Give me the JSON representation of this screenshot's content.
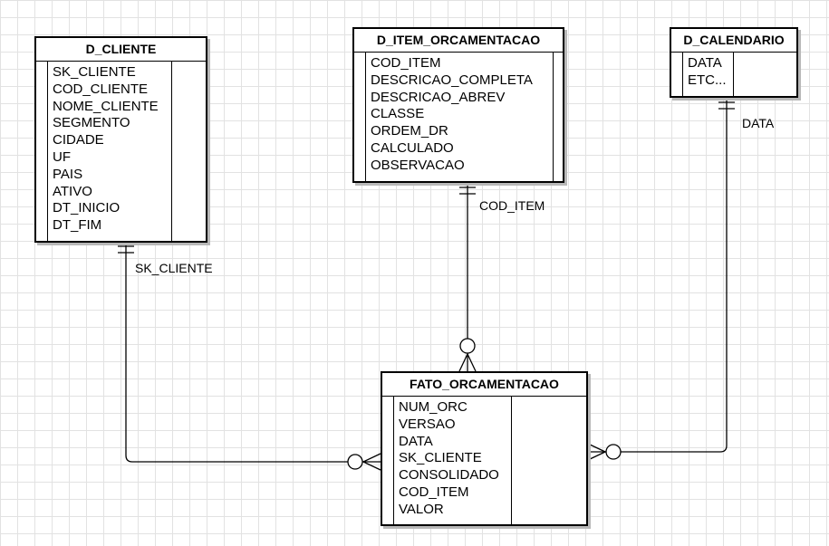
{
  "entities": {
    "d_cliente": {
      "title": "D_CLIENTE",
      "fields": [
        "SK_CLIENTE",
        "COD_CLIENTE",
        "NOME_CLIENTE",
        "SEGMENTO",
        "CIDADE",
        "UF",
        "PAIS",
        "ATIVO",
        "DT_INICIO",
        "DT_FIM"
      ]
    },
    "d_item_orcamentacao": {
      "title": "D_ITEM_ORCAMENTACAO",
      "fields": [
        "COD_ITEM",
        "DESCRICAO_COMPLETA",
        "DESCRICAO_ABREV",
        "CLASSE",
        "ORDEM_DR",
        "CALCULADO",
        "OBSERVACAO"
      ]
    },
    "d_calendario": {
      "title": "D_CALENDARIO",
      "fields": [
        "DATA",
        "ETC..."
      ]
    },
    "fato_orcamentacao": {
      "title": "FATO_ORCAMENTACAO",
      "fields": [
        "NUM_ORC",
        "VERSAO",
        "DATA",
        "SK_CLIENTE",
        "CONSOLIDADO",
        "COD_ITEM",
        "VALOR"
      ]
    }
  },
  "relationships": [
    {
      "from": "D_CLIENTE",
      "to": "FATO_ORCAMENTACAO",
      "label": "SK_CLIENTE",
      "from_cardinality": "one",
      "to_cardinality": "zero-or-many"
    },
    {
      "from": "D_ITEM_ORCAMENTACAO",
      "to": "FATO_ORCAMENTACAO",
      "label": "COD_ITEM",
      "from_cardinality": "one",
      "to_cardinality": "zero-or-many"
    },
    {
      "from": "D_CALENDARIO",
      "to": "FATO_ORCAMENTACAO",
      "label": "DATA",
      "from_cardinality": "one",
      "to_cardinality": "zero-or-many"
    }
  ]
}
